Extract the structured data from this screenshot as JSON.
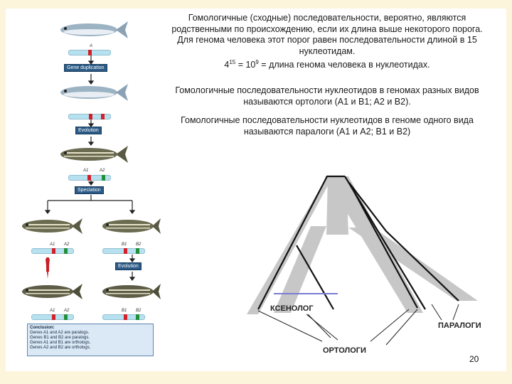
{
  "text": {
    "p1": [
      "Гомологичные (сходные) последовательности, вероятно, являются",
      "родственными по происхождению, если их длина выше некоторого порога.",
      "Для генома человека этот порог равен последовательности длиной в 15",
      "нуклеотидам."
    ],
    "formula_base": "4",
    "formula_exp1": "15",
    "formula_mid": " = 10",
    "formula_exp2": "9",
    "formula_tail": " = длина генома человека в нуклеотидах.",
    "p2": [
      "Гомологичные последовательности нуклеотидов в геномах разных видов",
      "называются ортологи (A1 и B1; A2 и B2)."
    ],
    "p3": [
      "Гомологичные последовательности нуклеотидов в геноме одного вида",
      "называются паралоги (A1 и A2; B1 и B2)"
    ],
    "xenolog": "КСЕНОЛОГ",
    "paralogs": "ПАРАЛОГИ",
    "orthologs": "ОРТОЛОГИ",
    "page": "20"
  },
  "figure": {
    "gene_duplication": "Gene duplication",
    "evolution": "Evolution",
    "speciation": "Speciation",
    "evolution2": "Evolution",
    "label_A": "A",
    "labels_row3": [
      "A1",
      "A2"
    ],
    "labels_left": [
      "A1",
      "A2"
    ],
    "labels_right": [
      "B1",
      "B2"
    ],
    "labels_left2": [
      "A1",
      "A2"
    ],
    "labels_right2": [
      "B1",
      "B2"
    ],
    "conclusion_title": "Conclusion:",
    "conclusion": [
      "Genes A1 and A2 are paralogs.",
      "Genes B1 and B2 are paralogs.",
      "Genes A1 and B1 are orthologs.",
      "Genes A2 and B2 are orthologs."
    ]
  }
}
